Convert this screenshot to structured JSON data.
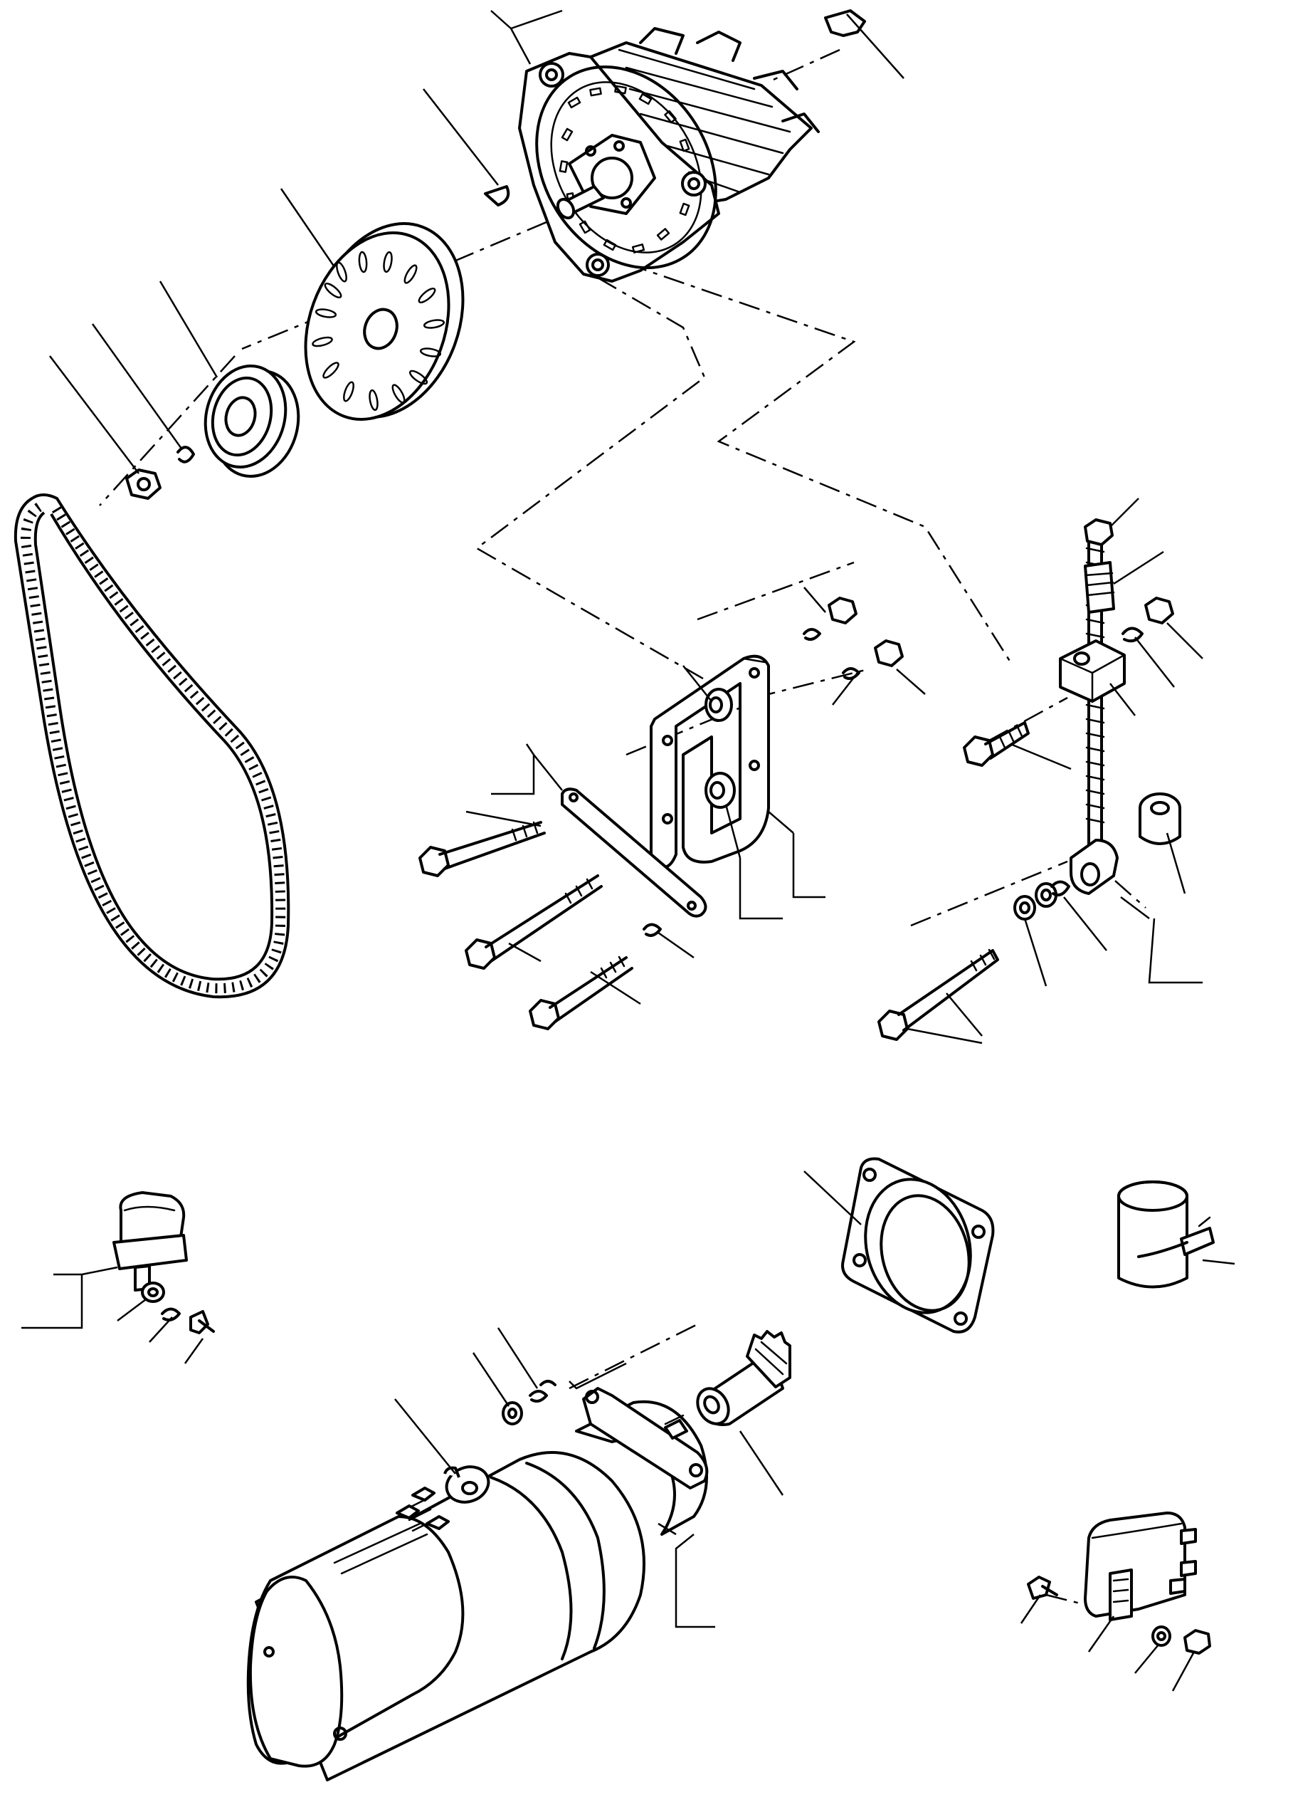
{
  "figure": {
    "colors": {
      "ink": "#000000",
      "paper": "#ffffff"
    },
    "parts": [
      "alternator",
      "fan-pulley",
      "drive-pulley",
      "woodruff-key",
      "lock-washer",
      "pulley-nut",
      "v-belt",
      "mounting-bracket",
      "adjusting-strap",
      "tension-link",
      "starter-motor",
      "starter-pinion",
      "starter-flange",
      "regulator",
      "relay",
      "capacitor"
    ]
  }
}
